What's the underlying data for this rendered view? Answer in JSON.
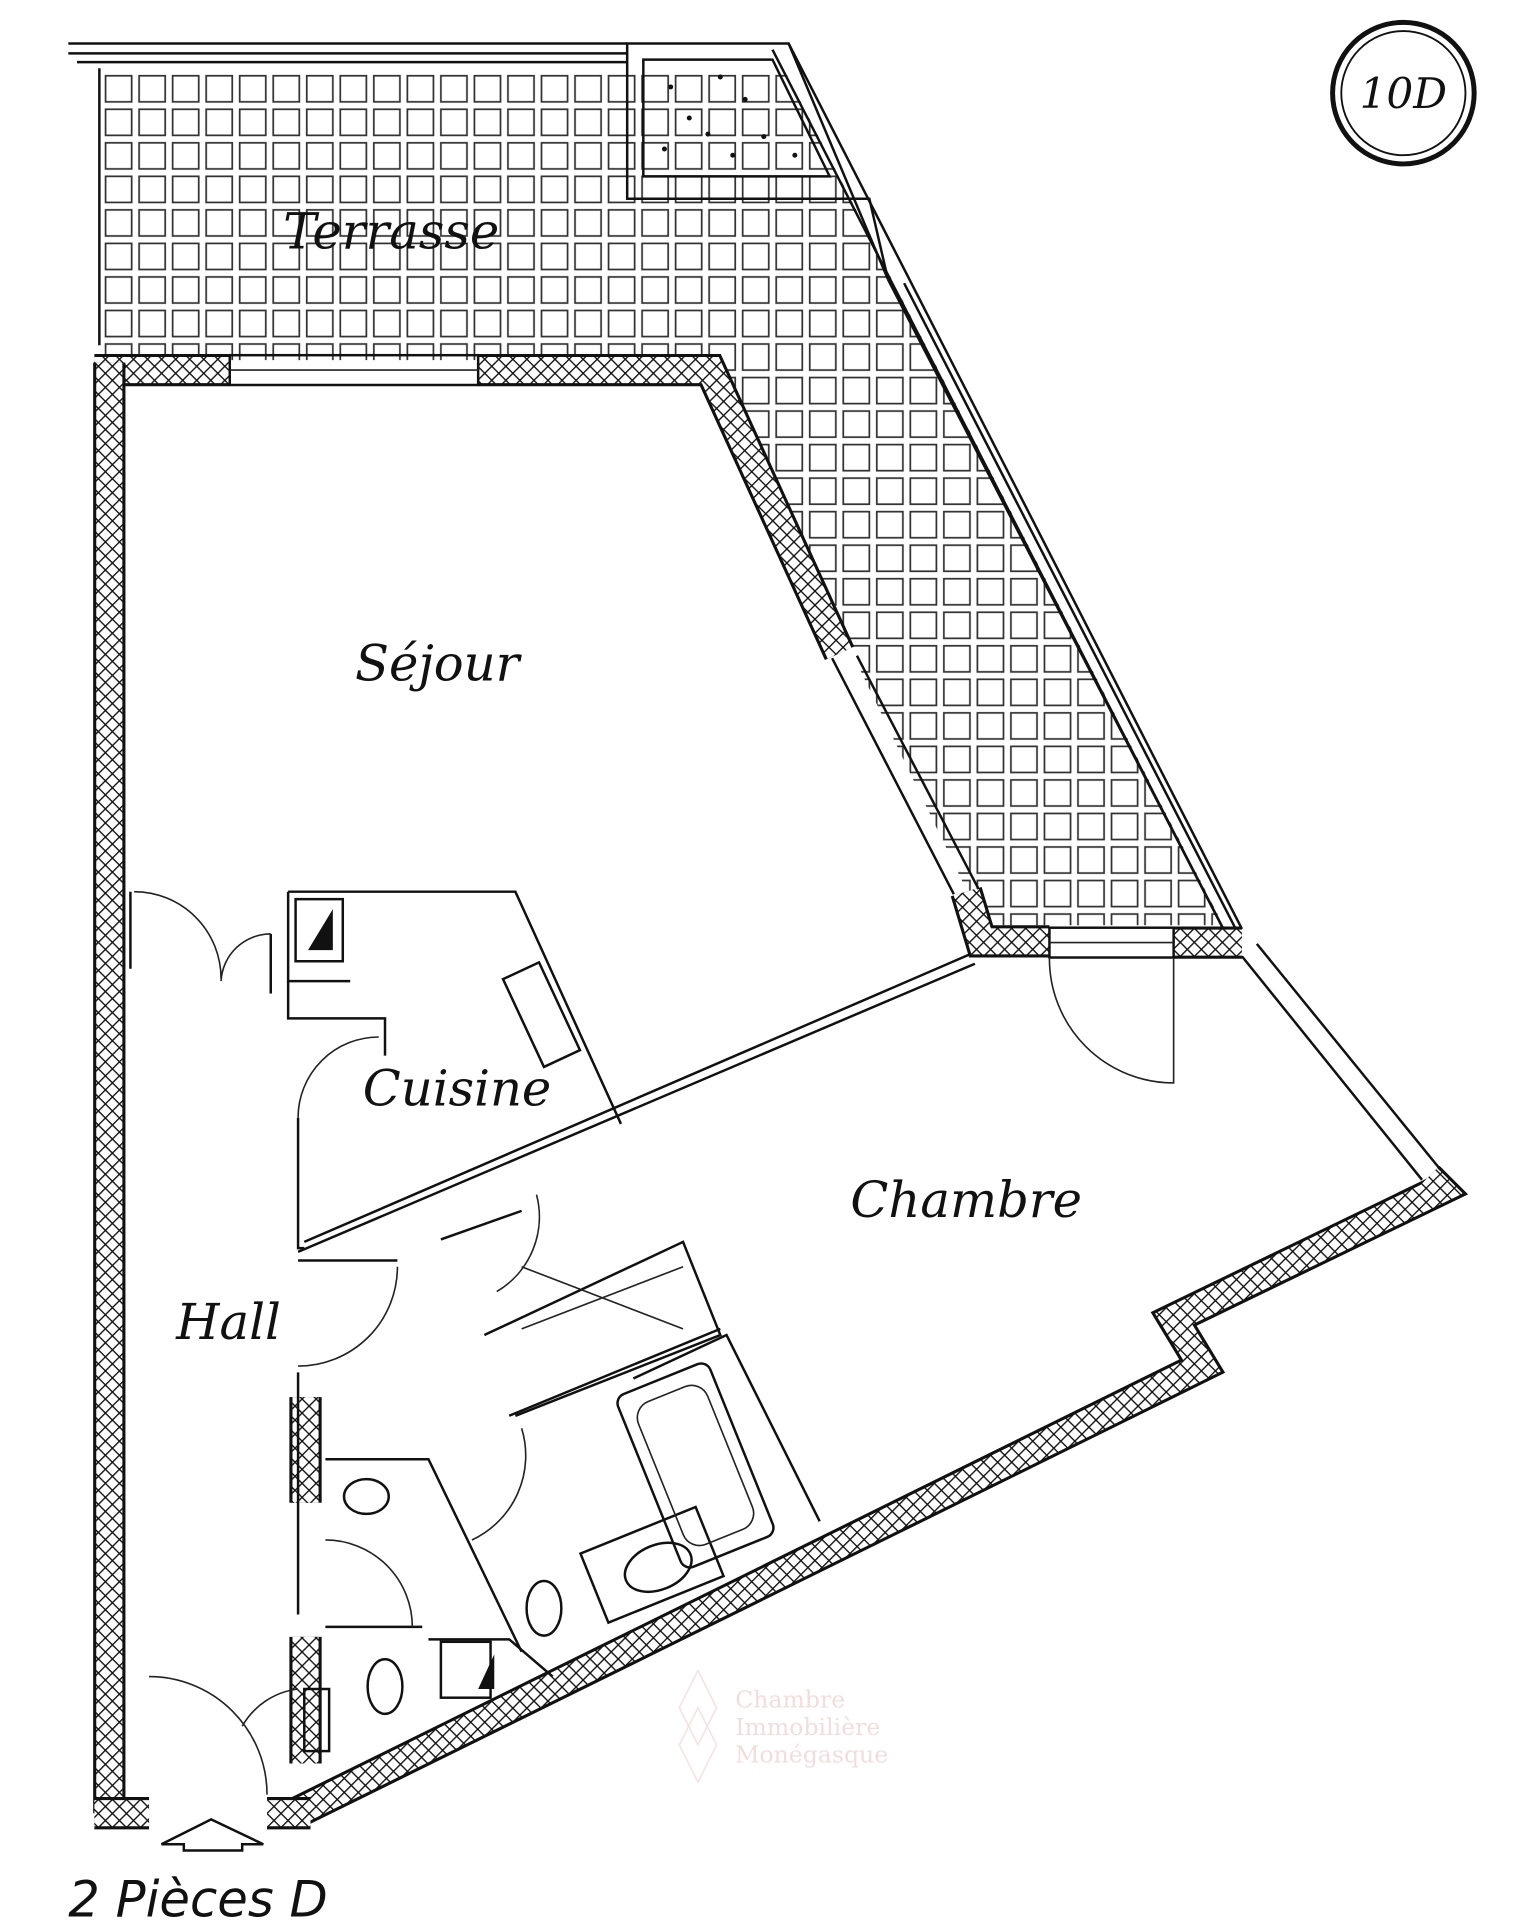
{
  "plan": {
    "badge": "10D",
    "title": "2 Pièces D",
    "rooms": {
      "terrace": "Terrasse",
      "living": "Séjour",
      "kitchen": "Cuisine",
      "bedroom": "Chambre",
      "hall": "Hall"
    },
    "watermark": [
      "Chambre",
      "Immobilière",
      "Monégasque"
    ]
  }
}
